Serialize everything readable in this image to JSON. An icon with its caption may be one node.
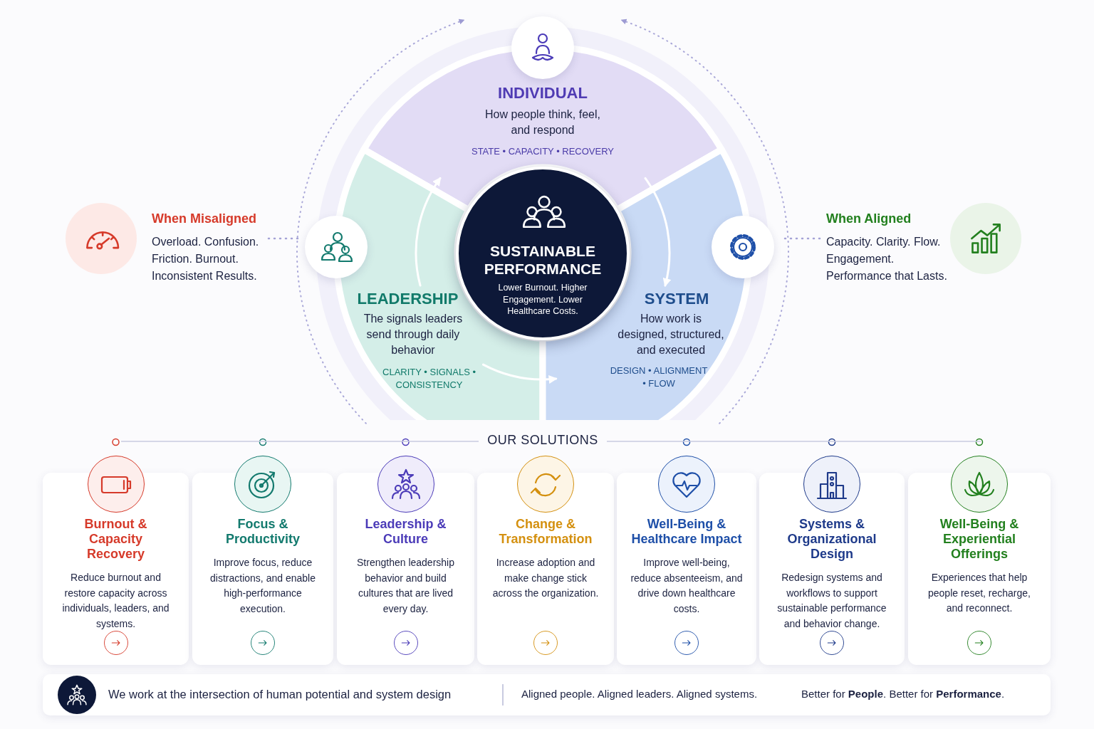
{
  "diagram": {
    "nodes": [
      {
        "text": [
          "INDIVIDUAL",
          "How people think, feel, and respond",
          "STATE • CAPACITY • RECOVERY"
        ]
      },
      {
        "text": [
          "LEADERSHIP",
          "The signals leaders send through daily behavior",
          "CLARITY • SIGNALS • CONSISTENCY"
        ]
      },
      {
        "text": [
          "SYSTEM",
          "How work is designed, structured, and executed",
          "DESIGN • ALIGNMENT • FLOW"
        ]
      },
      {
        "text": [
          "SUSTAINABLE PERFORMANCE",
          "Lower Burnout. Higher Engagement. Lower Healthcare Costs."
        ]
      },
      {
        "text": [
          "When Misaligned",
          "Overload. Confusion. Friction. Burnout. Inconsistent Results."
        ]
      },
      {
        "text": [
          "When Aligned",
          "Capacity. Clarity. Flow. Engagement. Performance that Lasts."
        ]
      },
      {
        "text": [
          "Burnout & Capacity Recovery",
          "Reduce burnout and restore capacity across individuals, leaders, and systems."
        ]
      },
      {
        "text": [
          "Focus & Productivity",
          "Improve focus, reduce distractions, and enable high-performance execution."
        ]
      },
      {
        "text": [
          "Leadership & Culture",
          "Strengthen leadership behavior and build cultures that are lived every day."
        ]
      },
      {
        "text": [
          "Change & Transformation",
          "Increase adoption and make change stick across the organization."
        ]
      },
      {
        "text": [
          "Well-Being & Healthcare Impact",
          "Improve well-being, reduce absenteeism, and drive down healthcare costs."
        ]
      },
      {
        "text": [
          "Systems & Organizational Design",
          "Redesign systems and workflows to support sustainable performance and behavior change."
        ]
      },
      {
        "text": [
          "Well-Being & Experiential Offerings",
          "Experiences that help people reset, recharge, and reconnect."
        ]
      },
      {
        "text": [
          "We work at the intersection of human potential and system design",
          "Aligned people. Aligned leaders. Aligned systems.",
          "Better for **People**. Better for **Performance**."
        ]
      }
    ],
    "edges": [
      {
        "from": 1,
        "to": 0,
        "arrow": "to"
      },
      {
        "from": 0,
        "to": 2,
        "arrow": "to"
      },
      {
        "from": 1,
        "to": 2,
        "arrow": "to"
      },
      {
        "from": 4,
        "to": 1,
        "arrow": "none",
        "style": "dashed",
        "color": "#a5a3d6"
      },
      {
        "from": 5,
        "to": 2,
        "arrow": "none",
        "style": "dashed",
        "color": "#a5a3d6"
      }
    ],
    "labels": [
      "OUR SOLUTIONS"
    ]
  }
}
